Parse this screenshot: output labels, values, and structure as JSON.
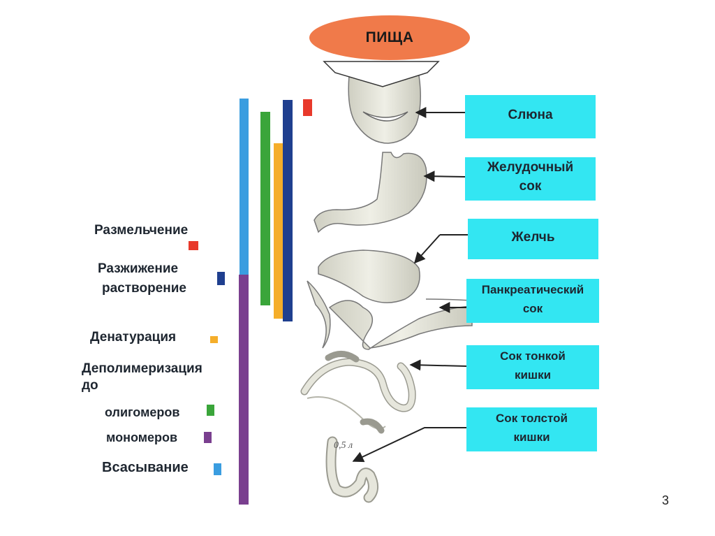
{
  "food": {
    "label": "ПИЩА"
  },
  "juices": [
    {
      "lines": [
        "Слюна"
      ]
    },
    {
      "lines": [
        "Желудочный",
        "сок"
      ]
    },
    {
      "lines": [
        "Желчь"
      ]
    },
    {
      "lines": [
        "Панкреатический",
        "сок"
      ]
    },
    {
      "lines": [
        "Сок тонкой",
        "кишки"
      ]
    },
    {
      "lines": [
        "Сок толстой",
        "кишки"
      ]
    }
  ],
  "processes": [
    {
      "lines": [
        "Размельчение"
      ],
      "color": "#e8392b"
    },
    {
      "lines": [
        "Разжижение",
        "растворение"
      ],
      "color": "#1f3f8f"
    },
    {
      "lines": [
        "Денатурация"
      ],
      "color": "#f5ae2a"
    },
    {
      "lines": [
        "Деполимеризация",
        "до"
      ],
      "color": null
    },
    {
      "lines": [
        "олигомеров"
      ],
      "color": "#3aa53a"
    },
    {
      "lines": [
        "мономеров"
      ],
      "color": "#7a3f8f"
    },
    {
      "lines": [
        "Всасывание"
      ],
      "color": "#3a9de0"
    }
  ],
  "volume_label": "0,5 л",
  "page_number": "3"
}
